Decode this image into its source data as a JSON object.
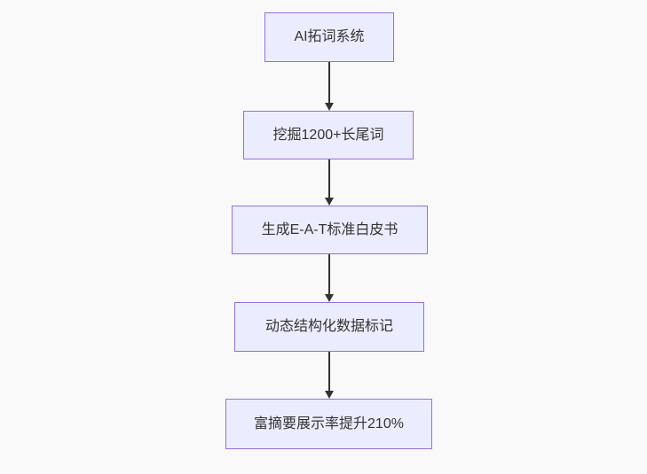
{
  "diagram": {
    "type": "flowchart",
    "direction": "top-down",
    "nodes": [
      {
        "label": "AI拓词系统"
      },
      {
        "label": "挖掘1200+长尾词"
      },
      {
        "label": "生成E-A-T标准白皮书"
      },
      {
        "label": "动态结构化数据标记"
      },
      {
        "label": "富摘要展示率提升210%"
      }
    ],
    "edges": [
      {
        "from": 0,
        "to": 1
      },
      {
        "from": 1,
        "to": 2
      },
      {
        "from": 2,
        "to": 3
      },
      {
        "from": 3,
        "to": 4
      }
    ]
  },
  "colors": {
    "background": "#f9f9f9",
    "node_fill": "#ececff",
    "node_border": "#9370db",
    "text": "#333333",
    "arrow": "#333333"
  }
}
